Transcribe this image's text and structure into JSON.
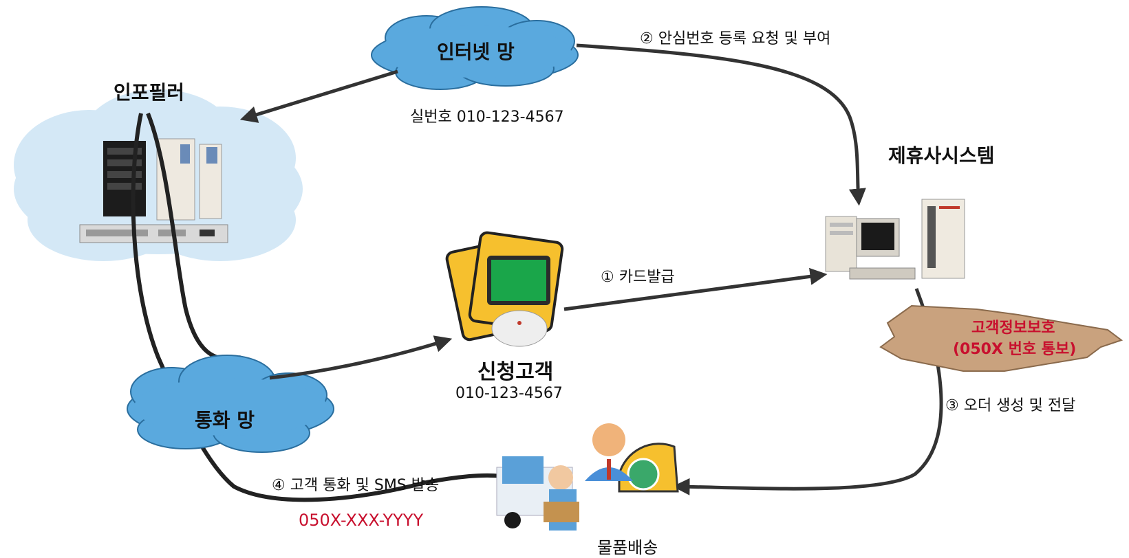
{
  "nodes": {
    "internet": "인터넷 망",
    "infopeeler": "인포필러",
    "partner": "제휴사시스템",
    "customer": "신청고객",
    "customer_phone": "010-123-4567",
    "callnet": "통화 망",
    "delivery": "물품배송",
    "protect_line1": "고객정보보호",
    "protect_line2": "(050X 번호 통보)"
  },
  "edges": {
    "step1": "① 카드발급",
    "step2": "② 안심번호 등록 요청 및 부여",
    "step3": "③ 오더 생성 및 전달",
    "step4": "④ 고객 통화 및 SMS 발송",
    "real_number": "실번호 010-123-4567",
    "safe_number": "050X-XXX-YYYY"
  },
  "colors": {
    "cloud_blue": "#5aa9de",
    "soft_cloud": "#d4e8f6",
    "arrow": "#333333",
    "accent_red": "#c8102e",
    "paper_tan": "#c9a27e"
  }
}
